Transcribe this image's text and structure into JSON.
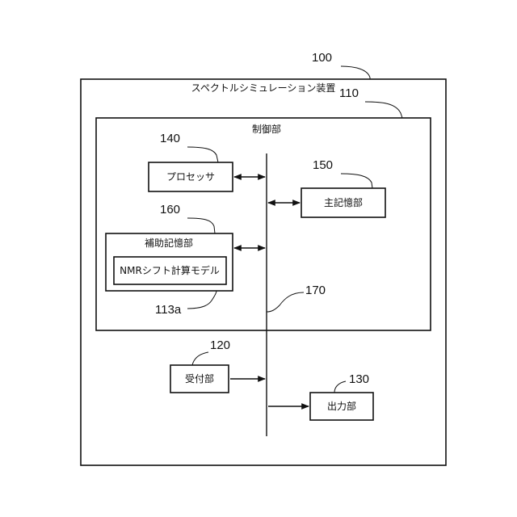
{
  "diagram": {
    "outer": {
      "ref": "100",
      "title": "スペクトルシミュレーション装置"
    },
    "control": {
      "ref": "110",
      "title": "制御部"
    },
    "processor": {
      "ref": "140",
      "label": "プロセッサ"
    },
    "main_storage": {
      "ref": "150",
      "label": "主記憶部"
    },
    "aux_storage": {
      "ref": "160",
      "label": "補助記憶部"
    },
    "nmr_model": {
      "ref": "113a",
      "label": "NMRシフト計算モデル"
    },
    "bus": {
      "ref": "170"
    },
    "receiver": {
      "ref": "120",
      "label": "受付部"
    },
    "output": {
      "ref": "130",
      "label": "出力部"
    }
  }
}
